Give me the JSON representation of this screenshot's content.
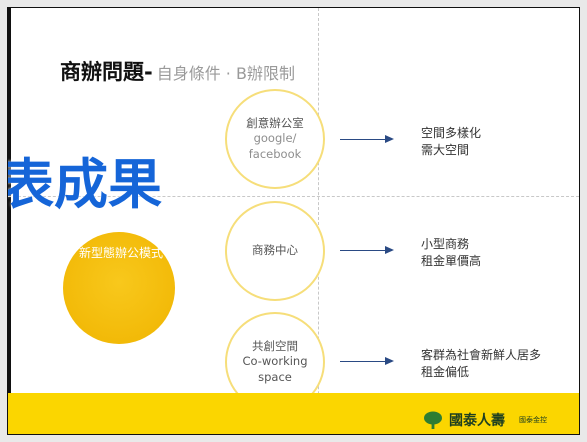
{
  "slide": {
    "title": "商辦問題-",
    "subtitle": "自身條件 · B辦限制",
    "overlay_text": "表成果",
    "center_circle": "新型態辦公模式",
    "items": [
      {
        "label_lines": [
          "創意辦公室",
          "google/",
          "facebook"
        ],
        "desc_lines": [
          "空間多樣化",
          "需大空間"
        ]
      },
      {
        "label_lines": [
          "商務中心"
        ],
        "desc_lines": [
          "小型商務",
          "租金單價高"
        ]
      },
      {
        "label_lines": [
          "共創空間",
          "Co-working",
          "space"
        ],
        "desc_lines": [
          "客群為社會新鮮人居多",
          "租金偏低"
        ]
      }
    ],
    "logo": {
      "name": "國泰人壽",
      "small": "國泰金控",
      "icon": "tree-logo-icon"
    },
    "colors": {
      "accent": "#f0b400",
      "bar": "#fbd600",
      "arrow": "#2a4a84",
      "overlay": "#1565d8"
    }
  }
}
